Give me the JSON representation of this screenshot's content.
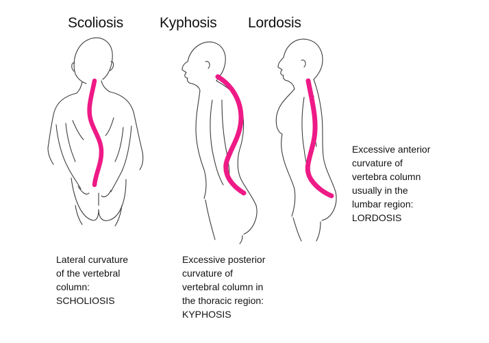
{
  "titles": {
    "scoliosis": "Scoliosis",
    "kyphosis": "Kyphosis",
    "lordosis": "Lordosis"
  },
  "captions": {
    "scoliosis": [
      "Lateral curvature",
      "of the vertebral",
      "column:",
      "SCHOLIOSIS"
    ],
    "kyphosis": [
      "Excessive posterior",
      "curvature of",
      "vertebral column in",
      "the thoracic region:",
      "KYPHOSIS"
    ],
    "lordosis": [
      "Excessive anterior",
      "curvature of",
      "vertebra column",
      "usually in the",
      "lumbar region:",
      "LORDOSIS"
    ]
  },
  "colors": {
    "spine": "#ee1a86",
    "outline": "#3a3a3a",
    "text": "#111111"
  }
}
